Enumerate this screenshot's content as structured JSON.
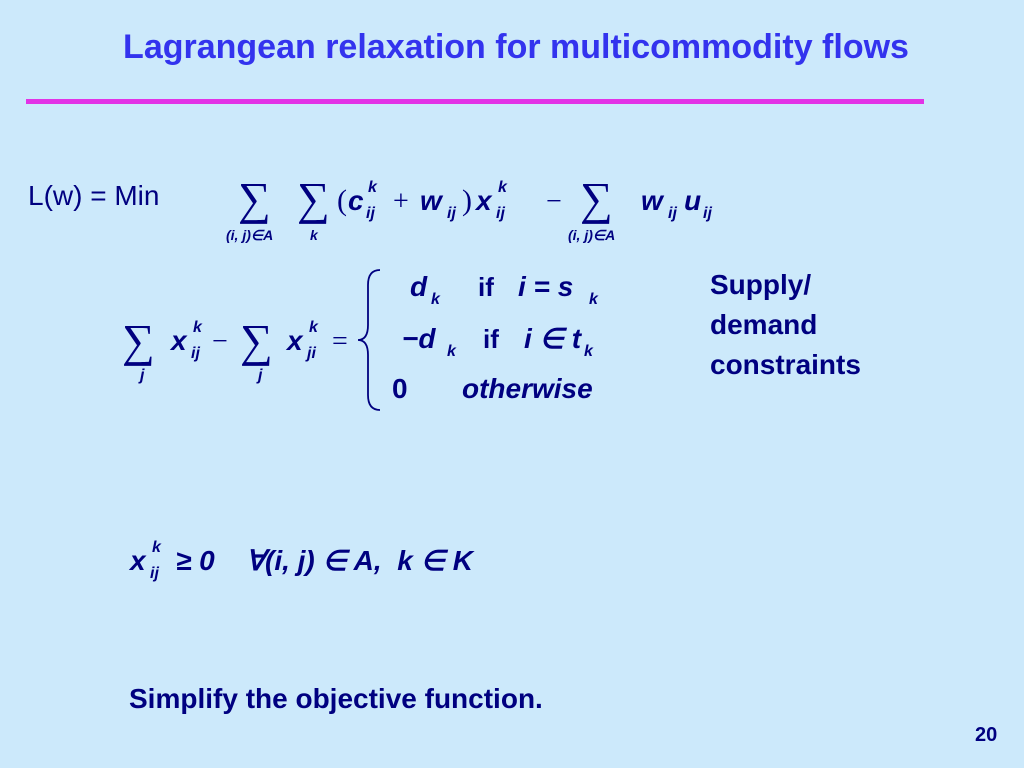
{
  "slide": {
    "title": "Lagrangean relaxation for multicommodity flows",
    "page_number": "20",
    "lhs_label": "L(w) = Min",
    "side_note_lines": [
      "Supply/",
      "demand",
      "constraints"
    ],
    "conclusion": "Simplify the objective function.",
    "colors": {
      "background": "#cce9fb",
      "title": "#3333ee",
      "rule": "#e233e6",
      "text": "#000080"
    }
  },
  "objective": {
    "sum1_sub": "(i, j)∈A",
    "sum2_sub": "k",
    "sum3_sub": "(i, j)∈A"
  },
  "constraint": {
    "sum_sub_left": "j",
    "sum_sub_right": "j",
    "case1_value": "d",
    "case1_sub": "k",
    "case1_cond": "if",
    "case1_rel": "i = s",
    "case1_rel_sub": "k",
    "case2_value": "−d",
    "case2_sub": "k",
    "case2_cond": "if",
    "case2_rel": "i ∈ t",
    "case2_rel_sub": "k",
    "case3_value": "0",
    "case3_cond": "otherwise"
  },
  "nonnegativity": {
    "text": "≥ 0    ∀(i, j) ∈ A,  k ∈ K"
  }
}
